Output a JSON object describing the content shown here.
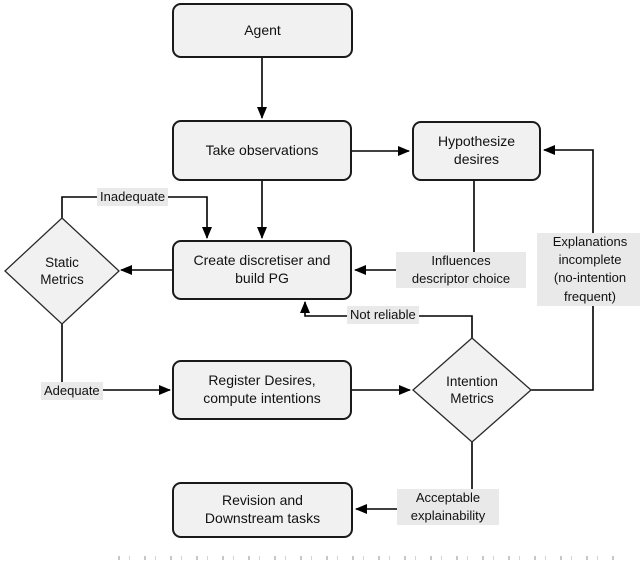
{
  "diagram": {
    "nodes": {
      "agent": {
        "label": "Agent"
      },
      "take_observations": {
        "label": "Take observations"
      },
      "hypothesize_desires": {
        "label": "Hypothesize\ndesires"
      },
      "create_discretiser": {
        "label": "Create discretiser and\nbuild PG"
      },
      "register_desires": {
        "label": "Register Desires,\ncompute intentions"
      },
      "revision_downstream": {
        "label": "Revision and\nDownstream tasks"
      },
      "static_metrics": {
        "label": "Static\nMetrics"
      },
      "intention_metrics": {
        "label": "Intention\nMetrics"
      }
    },
    "edge_labels": {
      "inadequate": "Inadequate",
      "adequate": "Adequate",
      "not_reliable": "Not reliable",
      "influences_descriptor": "Influences\ndescriptor choice",
      "explanations_incomplete": "Explanations\nincomplete\n(no-intention\nfrequent)",
      "acceptable_explainability": "Acceptable\nexplainability"
    },
    "colors": {
      "node_fill": "#f1f1f1",
      "node_stroke": "#1a1a1a",
      "label_bg": "#e9e9e9",
      "edge_stroke": "#000000"
    }
  }
}
